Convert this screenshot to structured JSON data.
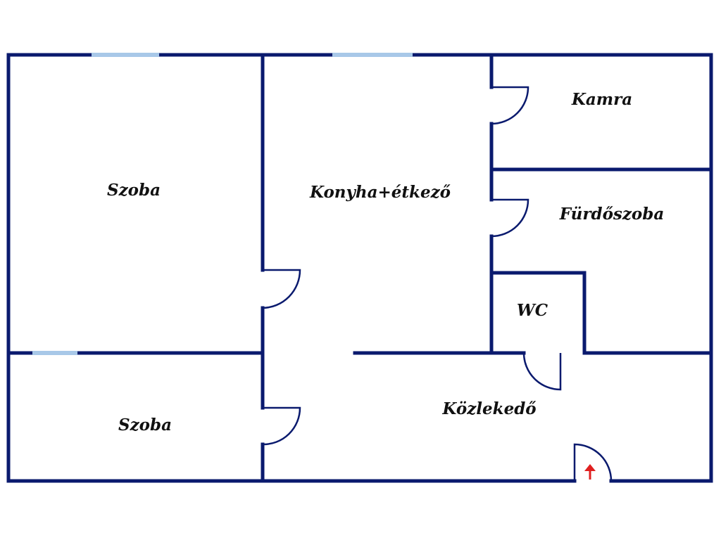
{
  "rooms": {
    "room_left_top": "Szoba",
    "room_left_bottom": "Szoba",
    "kitchen": "Konyha+étkező",
    "pantry": "Kamra",
    "bathroom": "Fürdőszoba",
    "wc": "WC",
    "hallway": "Közlekedő"
  },
  "colors": {
    "wall": "#0a1a6e",
    "window": "#a8c8e8",
    "door": "#0a1a6e",
    "entrance_arrow": "#e02020"
  },
  "icons": {
    "entrance": "arrow-up-icon"
  }
}
